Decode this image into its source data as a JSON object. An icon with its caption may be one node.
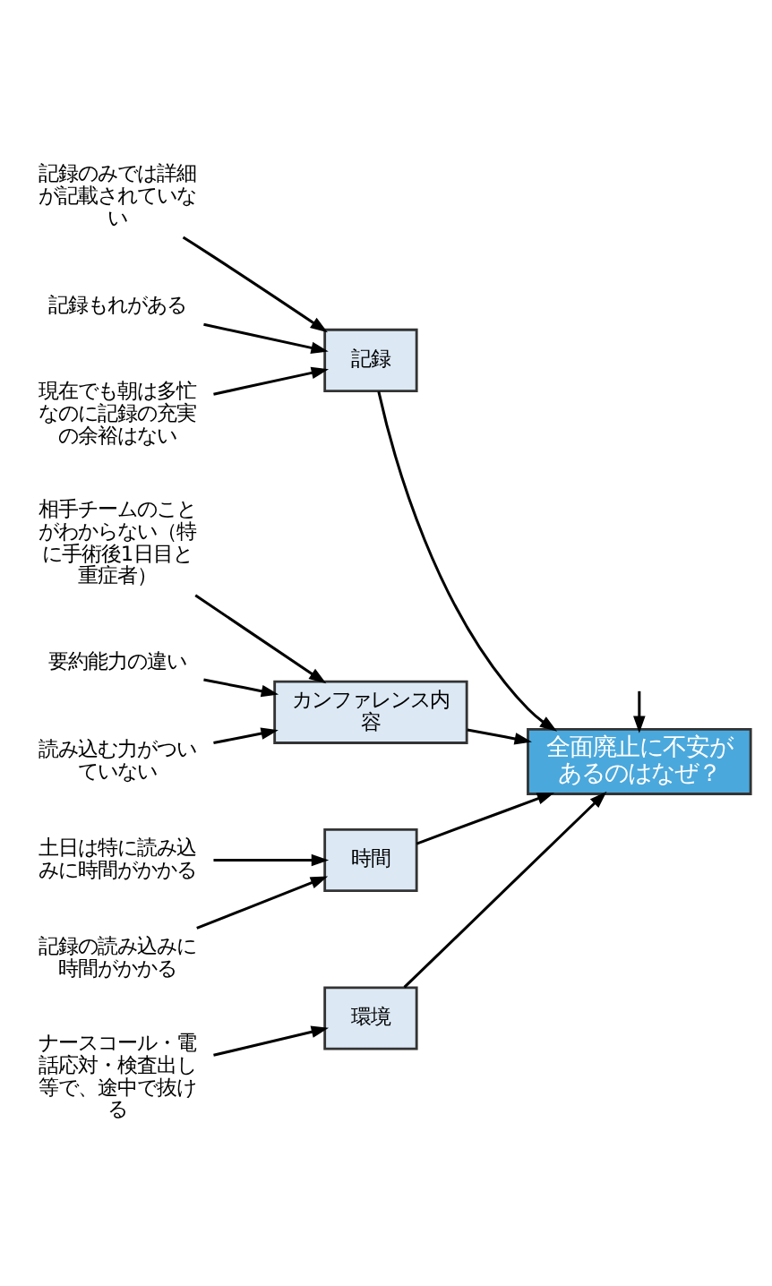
{
  "diagram": {
    "nodes": [
      {
        "text": [
          "全面廃止に不安があるのはなぜ？"
        ]
      },
      {
        "text": [
          "記録のみでは詳細が記載されていない"
        ]
      },
      {
        "text": [
          "記録もれがある"
        ]
      },
      {
        "text": [
          "相手チームのことがわからない（特に手術後1日目と重症者）"
        ]
      },
      {
        "text": [
          "記録"
        ]
      },
      {
        "text": [
          "現在でも朝は多忙なのに記録の充実の余裕はない"
        ]
      },
      {
        "text": [
          "要約能力の違い"
        ]
      },
      {
        "text": [
          "読み込む力がついていない"
        ]
      },
      {
        "text": [
          "カンファレンス内容"
        ]
      },
      {
        "text": [
          "時間"
        ]
      },
      {
        "text": [
          "土日は特に読み込みに時間がかかる"
        ]
      },
      {
        "text": [
          "記録の読み込みに時間がかかる"
        ]
      },
      {
        "text": [
          "環境"
        ]
      },
      {
        "text": [
          "ナースコール・電話応対・検査出し等で、途中で抜ける"
        ]
      }
    ],
    "edges": [
      {
        "from": null,
        "to": 0,
        "arrow": "to"
      },
      {
        "from": 4,
        "to": 0,
        "arrow": "to"
      },
      {
        "from": 8,
        "to": 0,
        "arrow": "to"
      },
      {
        "from": 9,
        "to": 0,
        "arrow": "to"
      },
      {
        "from": 12,
        "to": 0,
        "arrow": "to"
      },
      {
        "from": 1,
        "to": 4,
        "arrow": "to"
      },
      {
        "from": 2,
        "to": 4,
        "arrow": "to"
      },
      {
        "from": 5,
        "to": 4,
        "arrow": "to"
      },
      {
        "from": 3,
        "to": 8,
        "arrow": "to"
      },
      {
        "from": 6,
        "to": 8,
        "arrow": "to"
      },
      {
        "from": 7,
        "to": 8,
        "arrow": "to"
      },
      {
        "from": 10,
        "to": 9,
        "arrow": "to"
      },
      {
        "from": 11,
        "to": 9,
        "arrow": "to"
      },
      {
        "from": 13,
        "to": 12,
        "arrow": "to"
      }
    ]
  }
}
